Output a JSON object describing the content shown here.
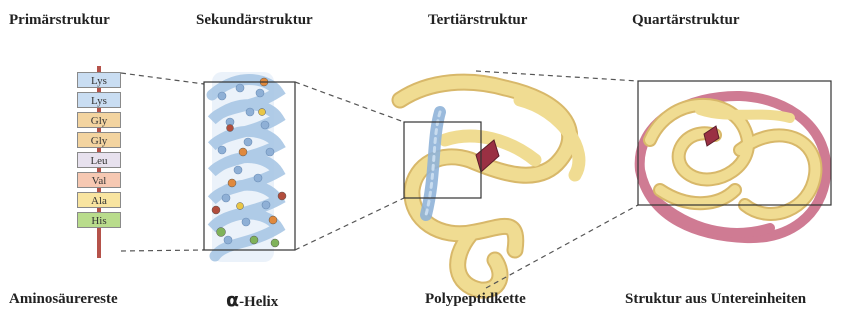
{
  "headings": {
    "primary": "Primärstruktur",
    "secondary": "Sekundärstruktur",
    "tertiary": "Tertiärstruktur",
    "quaternary": "Quartärstruktur"
  },
  "captions": {
    "primary": "Aminosäurereste",
    "secondary_symbol": "α",
    "secondary_text": "-Helix",
    "tertiary": "Polypeptidkette",
    "quaternary": "Struktur aus Untereinheiten"
  },
  "residues": [
    {
      "name": "Lys",
      "color": "#c9ddf2"
    },
    {
      "name": "Lys",
      "color": "#c9ddf2"
    },
    {
      "name": "Gly",
      "color": "#f3d4a0"
    },
    {
      "name": "Gly",
      "color": "#f3d4a0"
    },
    {
      "name": "Leu",
      "color": "#e7e1ee"
    },
    {
      "name": "Val",
      "color": "#f6c8b2"
    },
    {
      "name": "Ala",
      "color": "#f8e4a0"
    },
    {
      "name": "His",
      "color": "#b9dc8c"
    }
  ],
  "colors": {
    "backbone": "#b5524a",
    "helix": "#a9c6e4",
    "ribbon_yellow": "#f0dc92",
    "ribbon_shadow": "#d8b86a",
    "ribbon_pink": "#cf7b93",
    "heme": "#9a3043",
    "frame": "#333333"
  }
}
